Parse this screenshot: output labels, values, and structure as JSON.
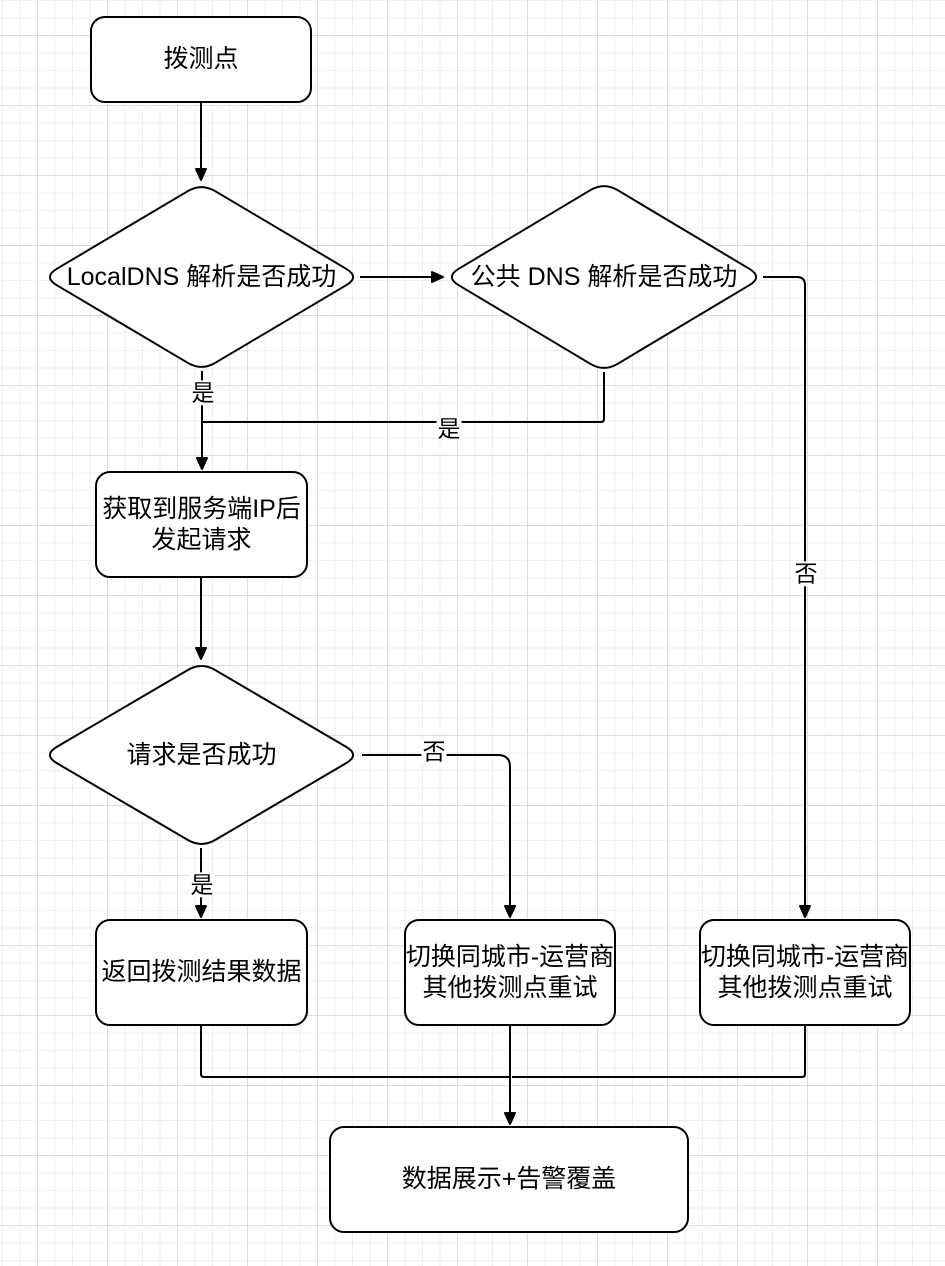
{
  "canvas": {
    "background": "#ffffff",
    "grid_minor_color": "#efefef",
    "grid_major_color": "#dcdcdc",
    "shape_fill": "#ffffff",
    "stroke_color": "#000000",
    "text_color": "#000000"
  },
  "nodes": {
    "start": {
      "type": "rounded-rect",
      "label": "拨测点"
    },
    "local_dns_check": {
      "type": "decision",
      "label": "LocalDNS 解析是否成功"
    },
    "public_dns_check": {
      "type": "decision",
      "label": "公共 DNS 解析是否成功"
    },
    "send_request": {
      "type": "rounded-rect",
      "label": "获取到服务端IP后\n发起请求"
    },
    "request_check": {
      "type": "decision",
      "label": "请求是否成功"
    },
    "return_result": {
      "type": "rounded-rect",
      "label": "返回拨测结果数据"
    },
    "retry_switch_mid": {
      "type": "rounded-rect",
      "label": "切换同城市-运营商\n其他拨测点重试"
    },
    "retry_switch_right": {
      "type": "rounded-rect",
      "label": "切换同城市-运营商\n其他拨测点重试"
    },
    "display_alert": {
      "type": "rounded-rect",
      "label": "数据展示+告警覆盖"
    }
  },
  "edge_labels": {
    "local_dns_yes": "是",
    "public_dns_yes": "是",
    "public_dns_no": "否",
    "request_yes": "是",
    "request_no": "否"
  }
}
